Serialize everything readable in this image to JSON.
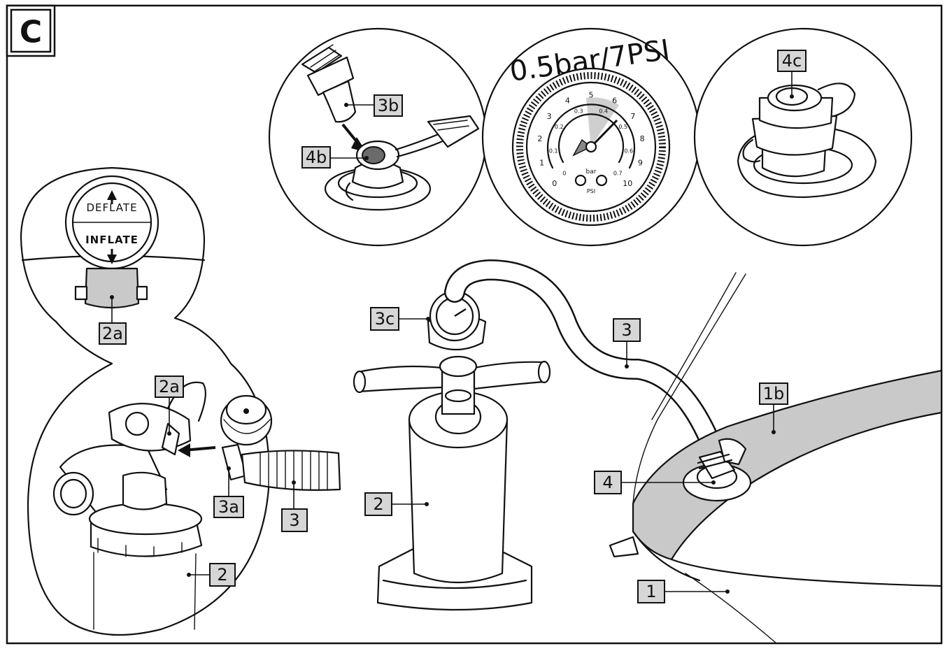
{
  "figure": {
    "letter": "C",
    "gauge_spec": "0.5bar/7PSI",
    "valve_texts": {
      "deflate": "DEFLATE",
      "inflate": "INFLATE"
    },
    "gauge": {
      "psi_ticks": [
        "0",
        "1",
        "2",
        "3",
        "4",
        "5",
        "6",
        "7",
        "8",
        "9",
        "10"
      ],
      "bar_ticks": [
        "0",
        "0.1",
        "0.2",
        "0.3",
        "0.4",
        "0.5",
        "0.6",
        "0.7"
      ],
      "unit_bar": "bar",
      "unit_psi": "PSI"
    },
    "labels": [
      {
        "id": "label-2a-top",
        "text": "2a"
      },
      {
        "id": "label-2a-mid",
        "text": "2a"
      },
      {
        "id": "label-3a",
        "text": "3a"
      },
      {
        "id": "label-3-left",
        "text": "3"
      },
      {
        "id": "label-2-left",
        "text": "2"
      },
      {
        "id": "label-3b",
        "text": "3b"
      },
      {
        "id": "label-4b",
        "text": "4b"
      },
      {
        "id": "label-4c",
        "text": "4c"
      },
      {
        "id": "label-3c",
        "text": "3c"
      },
      {
        "id": "label-2-pump",
        "text": "2"
      },
      {
        "id": "label-3-hose",
        "text": "3"
      },
      {
        "id": "label-1b",
        "text": "1b"
      },
      {
        "id": "label-4",
        "text": "4"
      },
      {
        "id": "label-1",
        "text": "1"
      }
    ]
  }
}
